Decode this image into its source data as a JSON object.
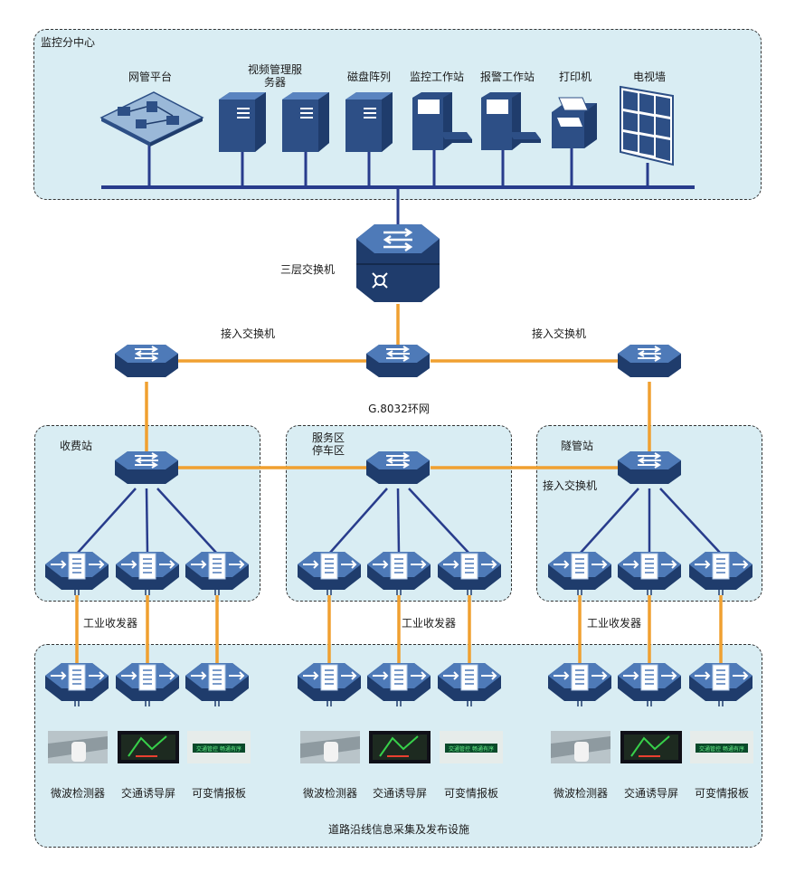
{
  "zones": {
    "monitor_center": "监控分中心",
    "toll_station": "收费站",
    "service_area": "服务区\n停车区",
    "tunnel_station": "隧管站",
    "roadside": "道路沿线信息采集及发布设施"
  },
  "center_devices": [
    "网管平台",
    "视频管理服\n务器",
    "磁盘阵列",
    "监控工作站",
    "报警工作站",
    "打印机",
    "电视墙"
  ],
  "labels": {
    "core_switch": "三层交换机",
    "access_switch_left": "接入交换机",
    "access_switch_right": "接入交换机",
    "access_switch_tunnel": "接入交换机",
    "ring": "G.8032环网",
    "transceiver_1": "工业收发器",
    "transceiver_2": "工业收发器",
    "transceiver_3": "工业收发器"
  },
  "roadside_devices": [
    "微波检测器",
    "交通诱导屏",
    "可变情报板",
    "微波检测器",
    "交通诱导屏",
    "可变情报板",
    "微波检测器",
    "交通诱导屏",
    "可变情报板"
  ],
  "board_text": "交通管控 畅通有序",
  "colors": {
    "link_orange": "#f0a030",
    "link_blue": "#283c8c",
    "device_blue": "#2d4f86",
    "zone_bg": "#d9edf3"
  }
}
